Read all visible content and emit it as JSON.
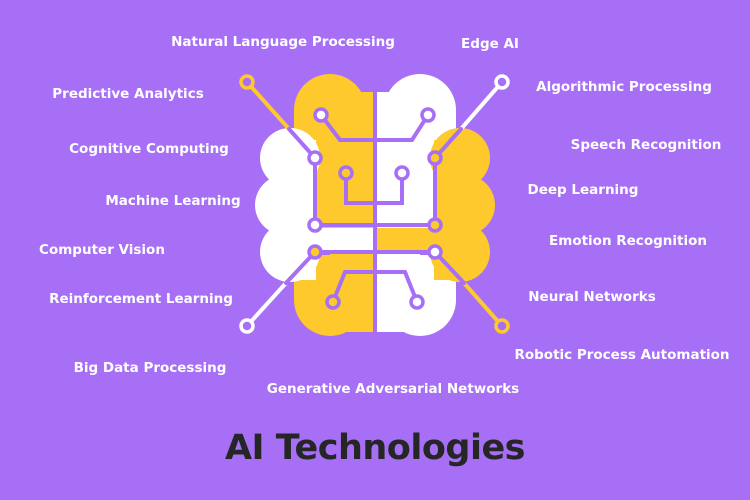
{
  "title": "AI Technologies",
  "labels": {
    "nlp": "Natural Language Processing",
    "edge": "Edge AI",
    "predictive": "Predictive Analytics",
    "algorithmic": "Algorithmic Processing",
    "cognitive": "Cognitive Computing",
    "speech": "Speech Recognition",
    "ml": "Machine Learning",
    "deep": "Deep Learning",
    "vision": "Computer Vision",
    "emotion": "Emotion Recognition",
    "reinforcement": "Reinforcement Learning",
    "neural": "Neural Networks",
    "bigdata": "Big Data Processing",
    "rpa": "Robotic Process Automation",
    "gan": "Generative Adversarial Networks"
  },
  "colors": {
    "background": "#a66ff6",
    "yellow": "#fdc92c",
    "white": "#ffffff",
    "title": "#262626"
  }
}
